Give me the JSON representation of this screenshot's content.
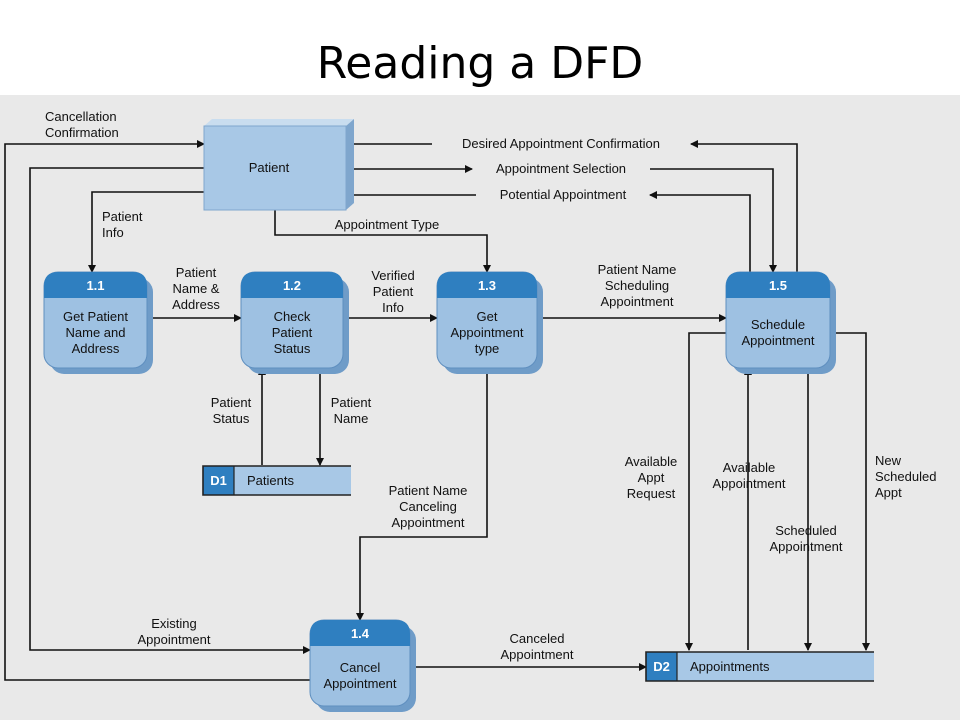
{
  "title": "Reading a DFD",
  "entity": {
    "label": "Patient"
  },
  "processes": [
    {
      "id": "1.1",
      "lines": [
        "Get Patient",
        "Name and",
        "Address"
      ]
    },
    {
      "id": "1.2",
      "lines": [
        "Check",
        "Patient",
        "Status"
      ]
    },
    {
      "id": "1.3",
      "lines": [
        "Get",
        "Appointment",
        "type"
      ]
    },
    {
      "id": "1.4",
      "lines": [
        "Cancel",
        "Appointment"
      ]
    },
    {
      "id": "1.5",
      "lines": [
        "Schedule",
        "Appointment"
      ]
    }
  ],
  "stores": [
    {
      "id": "D1",
      "label": "Patients"
    },
    {
      "id": "D2",
      "label": "Appointments"
    }
  ],
  "flows": {
    "cancellation_confirmation": [
      "Cancellation",
      "Confirmation"
    ],
    "desired_appointment_confirmation": [
      "Desired Appointment Confirmation"
    ],
    "appointment_selection": [
      "Appointment Selection"
    ],
    "potential_appointment": [
      "Potential Appointment"
    ],
    "patient_info": [
      "Patient",
      "Info"
    ],
    "appointment_type": [
      "Appointment Type"
    ],
    "patient_name_address": [
      "Patient",
      "Name &",
      "Address"
    ],
    "verified_patient_info": [
      "Verified",
      "Patient",
      "Info"
    ],
    "patient_name_scheduling": [
      "Patient Name",
      "Scheduling",
      "Appointment"
    ],
    "patient_status": [
      "Patient",
      "Status"
    ],
    "patient_name": [
      "Patient",
      "Name"
    ],
    "patient_name_canceling": [
      "Patient Name",
      "Canceling",
      "Appointment"
    ],
    "available_appt_request": [
      "Available",
      "Appt",
      "Request"
    ],
    "available_appointment": [
      "Available",
      "Appointment"
    ],
    "scheduled_appointment": [
      "Scheduled",
      "Appointment"
    ],
    "new_scheduled_appt": [
      "New",
      "Scheduled",
      "Appt"
    ],
    "existing_appointment": [
      "Existing",
      "Appointment"
    ],
    "canceled_appointment": [
      "Canceled",
      "Appointment"
    ]
  },
  "colors": {
    "process_header": "#2f7fc0",
    "process_body": "#9ec1e2",
    "process_shadow": "#6f9cc8",
    "entity_fill": "#a8c8e6",
    "store_id_fill": "#2f7fc0",
    "store_fill": "#a8c8e6",
    "panel": "#e9e9e9"
  }
}
